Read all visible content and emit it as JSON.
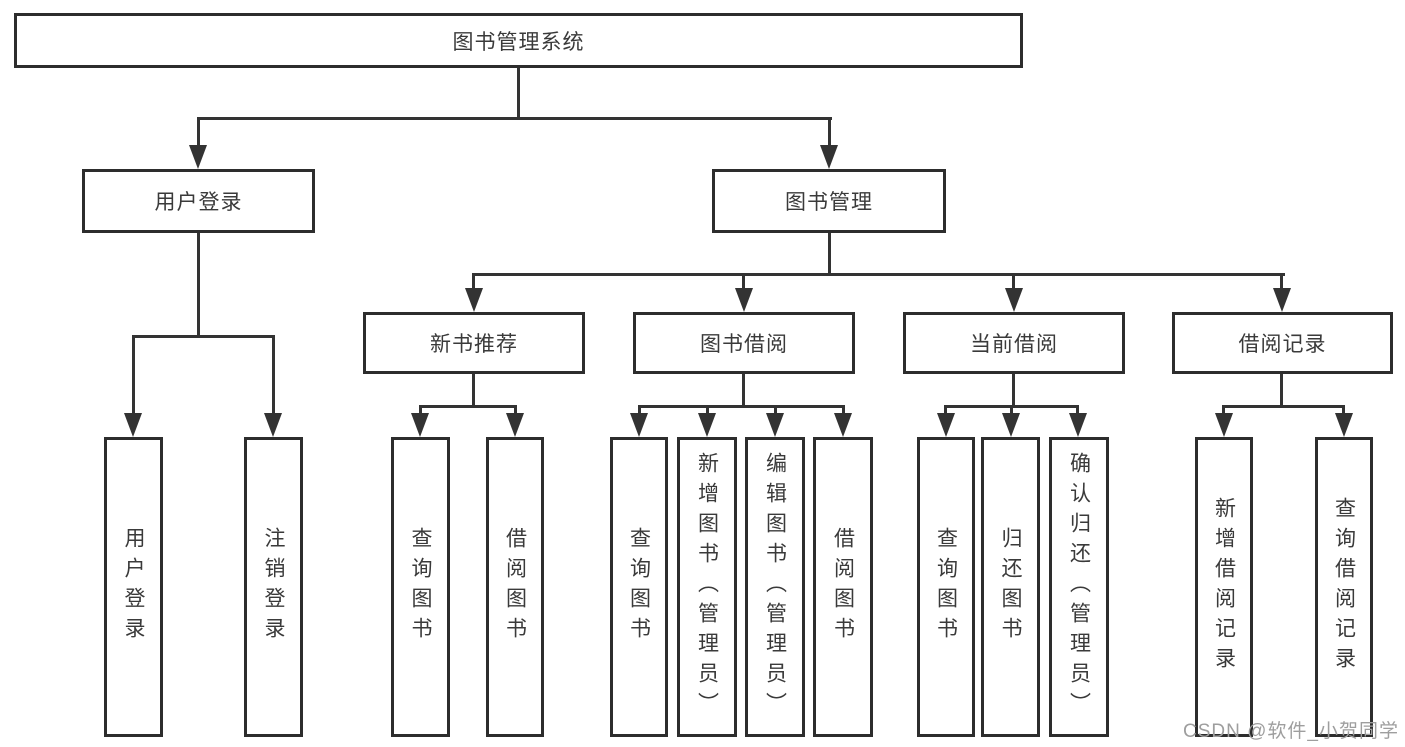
{
  "diagram": {
    "root": {
      "label": "图书管理系统"
    },
    "level2": [
      {
        "label": "用户登录"
      },
      {
        "label": "图书管理"
      }
    ],
    "level3": [
      {
        "label": "新书推荐"
      },
      {
        "label": "图书借阅"
      },
      {
        "label": "当前借阅"
      },
      {
        "label": "借阅记录"
      }
    ],
    "leaves": {
      "under_user_login": [
        {
          "label": "用户登录"
        },
        {
          "label": "注销登录"
        }
      ],
      "under_new_book_recommend": [
        {
          "label": "查询图书"
        },
        {
          "label": "借阅图书"
        }
      ],
      "under_book_borrow": [
        {
          "label": "查询图书"
        },
        {
          "label": "新增图书（管理员）"
        },
        {
          "label": "编辑图书（管理员）"
        },
        {
          "label": "借阅图书"
        }
      ],
      "under_current_borrow": [
        {
          "label": "查询图书"
        },
        {
          "label": "归还图书"
        },
        {
          "label": "确认归还（管理员）"
        }
      ],
      "under_borrow_records": [
        {
          "label": "新增借阅记录"
        },
        {
          "label": "查询借阅记录"
        }
      ]
    }
  },
  "watermark": {
    "text": "CSDN @软件_小贺同学"
  },
  "colors": {
    "line": "#333333",
    "box_border": "#2d2d2d",
    "text": "#3a3a3a",
    "watermark": "#9e9e9e",
    "background": "#ffffff"
  }
}
